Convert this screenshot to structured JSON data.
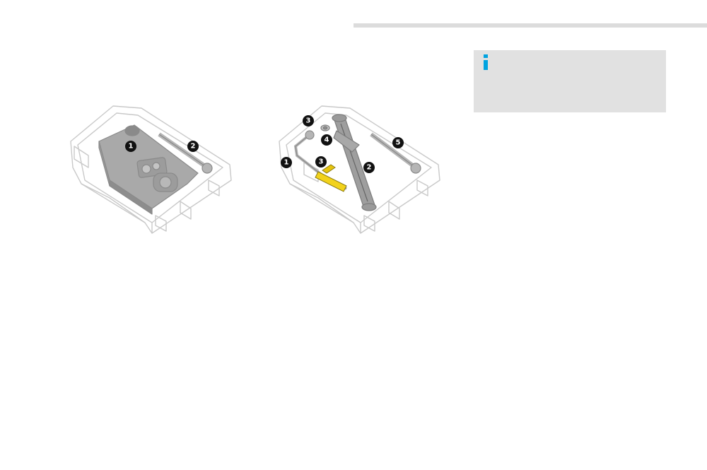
{
  "illustration_left": {
    "callouts": [
      "1",
      "2"
    ]
  },
  "illustration_right": {
    "callouts": [
      "3",
      "4",
      "1",
      "3",
      "2",
      "5"
    ]
  },
  "info_box": {
    "icon": "info-icon",
    "accent_color": "#00a3e0",
    "background_color": "#e1e1e1"
  }
}
